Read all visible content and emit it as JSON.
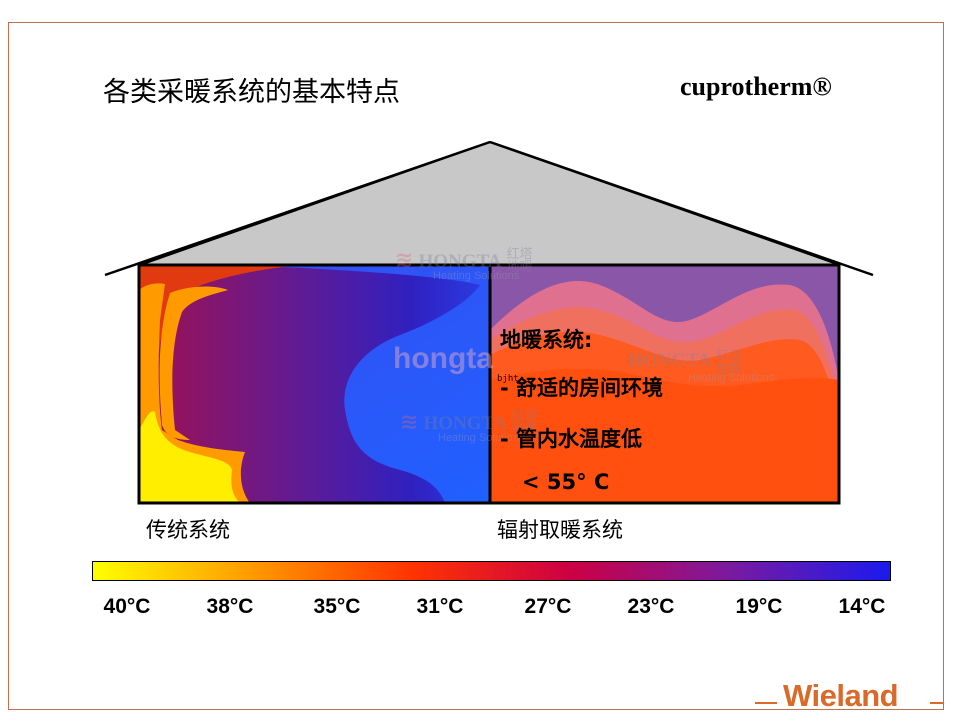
{
  "slide": {
    "title": "各类采暖系统的基本特点",
    "brand": "cuprotherm®"
  },
  "panels": {
    "left_label": "传统系统",
    "right_label": "辐射取暖系统"
  },
  "radiant_info": {
    "heading": "地暖系统:",
    "point1": "- 舒适的房间环境",
    "point2": "- 管内水温度低",
    "point3": "< 55° C"
  },
  "legend": {
    "ticks": [
      "40°C",
      "38°C",
      "35°C",
      "31°C",
      "27°C",
      "23°C",
      "19°C",
      "14°C"
    ],
    "colors": [
      "#ffff00",
      "#ff9900",
      "#ff3300",
      "#cc0044",
      "#7a1aa0",
      "#1a1aee"
    ]
  },
  "watermarks": {
    "name": "HONGTA",
    "cn": "红塔",
    "cn2": "地暖",
    "sub": "Heating Solutions",
    "domain": "hongta",
    "tiny": "bjht"
  },
  "logo": {
    "text": "Wieland"
  }
}
